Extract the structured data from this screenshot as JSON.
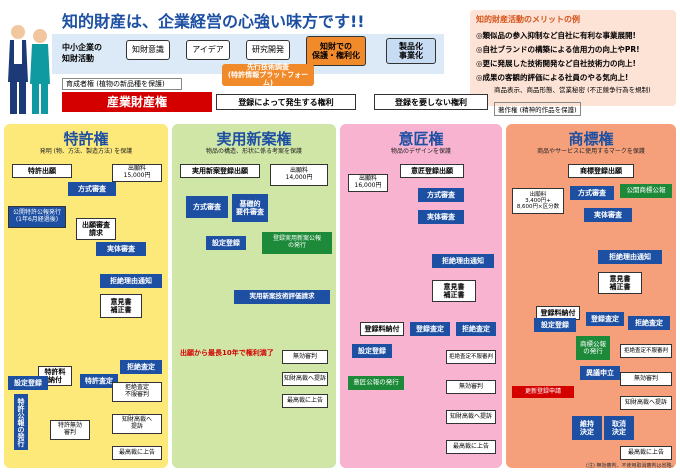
{
  "title": "知的財産は、企業経営の心強い味方です!!",
  "flow": {
    "label_sme": "中小企業の\n知財活動",
    "steps": [
      "知財意識",
      "アイデア",
      "研究開発",
      "知財での\n保護・権利化",
      "製品化\n事業化"
    ],
    "prior_art": "先行技術調査\n(特許情報プラットフォーム)"
  },
  "benefits": {
    "title": "知的財産活動のメリットの例",
    "items": [
      "◎類似品の参入抑制など自社に有利な事業展開!",
      "◎自社ブランドの構築による信用力の向上やPR!",
      "◎更に発展した技術開発など自社技術力の向上!",
      "◎成果の客観的評価による社員のやる気向上!"
    ]
  },
  "rights": {
    "breeders": "育成者権 (植物の新品種を保護)",
    "industrial": "産業財産権",
    "by_registration": "登録によって発生する権利",
    "no_registration": "登録を要しない権利",
    "trade_names": "商品表示、商品形態、営業秘密 (不正競争行為を規制)",
    "copyright": "著作権 (精神的作品を保護)"
  },
  "columns": {
    "patent": {
      "title": "特許権",
      "subtitle": "発明 (物、方法、製造方法) を保護",
      "color": "#fde97a",
      "nodes": {
        "application": "特許出願",
        "fee": "出願料\n15,000円",
        "exam_req": "方式審査",
        "publication": "公開特許公報発行\n(1年6月経過後)",
        "exam_request": "出願審査\n請求",
        "substantive": "実体審査",
        "rejection": "拒絶理由通知",
        "opinion": "意見書\n補正書",
        "decision_grant": "特許査定",
        "decision_reject": "拒絶査定",
        "reg_fee": "特許料\n納付",
        "registration": "設定登録",
        "gazette": "特許公報の発行",
        "appeal": "拒絶査定\n不服審判",
        "invalidation": "特許無効\n審判",
        "court": "知財高裁へ\n提訴",
        "supreme": "最高裁に上告"
      }
    },
    "utility": {
      "title": "実用新案権",
      "subtitle": "物品の構造、形状に係る考案を保護",
      "color": "#cfe6a6",
      "nodes": {
        "application": "実用新案登録出願",
        "fee": "出願料\n14,000円",
        "formal": "方式審査",
        "basic": "基礎的\n要件審査",
        "registration": "設定登録",
        "gazette": "登録実用新案公報\nの発行",
        "tech_report": "実用新案技術評価請求",
        "term": "出願から最長10年で権利満了",
        "invalidation": "無効審判",
        "court": "知財高裁へ提訴",
        "supreme": "最高裁に上告"
      }
    },
    "design": {
      "title": "意匠権",
      "subtitle": "物品のデザインを保護",
      "color": "#f7b3d0",
      "nodes": {
        "application": "意匠登録出願",
        "fee": "出願料\n16,000円",
        "formal": "方式審査",
        "substantive": "実体審査",
        "rejection": "拒絶理由通知",
        "opinion": "意見書\n補正書",
        "reg_fee": "登録料納付",
        "decision_grant": "登録査定",
        "decision_reject": "拒絶査定",
        "registration": "設定登録",
        "gazette": "意匠公報の発行",
        "appeal": "拒絶査定不服審判",
        "invalidation": "無効審判",
        "court": "知財高裁へ提訴",
        "supreme": "最高裁に上告"
      }
    },
    "trademark": {
      "title": "商標権",
      "subtitle": "商品やサービスに使用するマークを保護",
      "color": "#f5a07a",
      "nodes": {
        "application": "商標登録出願",
        "fee": "出願料\n3,400円+\n8,600円×区分数",
        "formal": "方式審査",
        "publication": "公開商標公報",
        "substantive": "実体審査",
        "rejection": "拒絶理由通知",
        "opinion": "意見書\n補正書",
        "reg_fee": "登録料納付",
        "decision_grant": "登録査定",
        "decision_reject": "拒絶査定",
        "registration": "設定登録",
        "gazette": "商標公報\nの発行",
        "appeal": "拒絶査定不服審判",
        "opposition": "異議申立",
        "invalidation": "無効審判",
        "maintain": "維持\n決定",
        "revoke": "取消\n決定",
        "court": "知財高裁へ提訴",
        "supreme": "最高裁に上告",
        "renewal": "更新登録申請"
      }
    }
  },
  "footnote": "(注) 無効審判、不使用取消審判は省略。"
}
